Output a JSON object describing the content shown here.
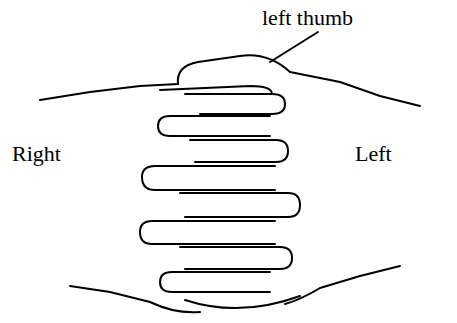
{
  "diagram": {
    "labels": [
      "left thumb",
      "Right",
      "Left"
    ]
  }
}
